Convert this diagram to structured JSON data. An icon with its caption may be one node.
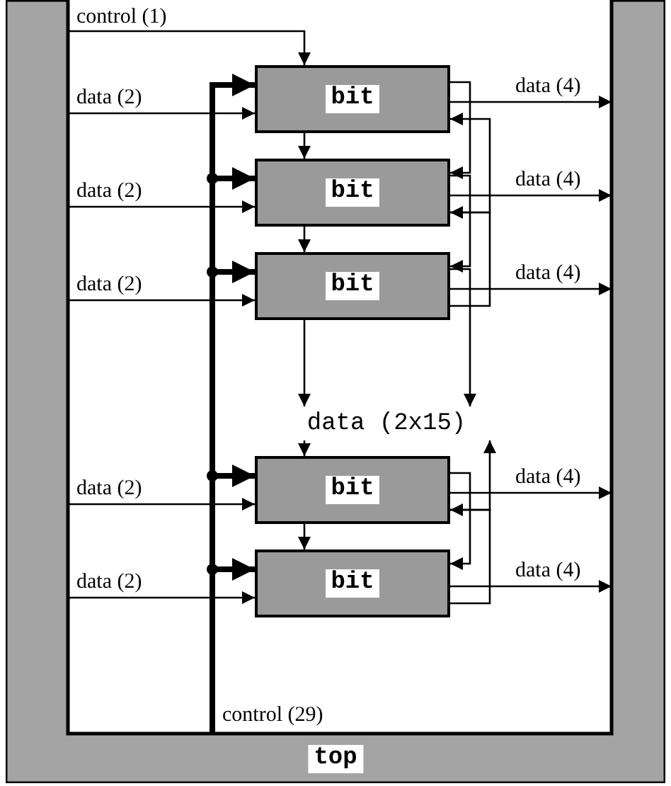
{
  "diagram": {
    "nodes": [
      {
        "text": [
          "top"
        ]
      },
      {
        "text": [
          "bit"
        ],
        "in": 0
      },
      {
        "text": [
          "bit"
        ],
        "in": 0
      },
      {
        "text": [
          "bit"
        ],
        "in": 0
      },
      {
        "text": [
          "data (2x15)"
        ],
        "in": 0
      },
      {
        "text": [
          "bit"
        ],
        "in": 0
      },
      {
        "text": [
          "bit"
        ],
        "in": 0
      }
    ],
    "edges": [
      {
        "from": 0,
        "to": 1,
        "arrow": "to",
        "label": "control (1)"
      },
      {
        "from": 0,
        "to": 1,
        "arrow": "to",
        "style": "thick"
      },
      {
        "from": 0,
        "to": 2,
        "arrow": "to",
        "style": "thick"
      },
      {
        "from": 0,
        "to": 3,
        "arrow": "to",
        "style": "thick"
      },
      {
        "from": 0,
        "to": 5,
        "arrow": "to",
        "style": "thick"
      },
      {
        "from": 0,
        "to": 6,
        "arrow": "to",
        "style": "thick",
        "label": "control (29)"
      },
      {
        "from": 0,
        "to": 1,
        "arrow": "to",
        "label": "data (2)"
      },
      {
        "from": 0,
        "to": 2,
        "arrow": "to",
        "label": "data (2)"
      },
      {
        "from": 0,
        "to": 3,
        "arrow": "to",
        "label": "data (2)"
      },
      {
        "from": 0,
        "to": 5,
        "arrow": "to",
        "label": "data (2)"
      },
      {
        "from": 0,
        "to": 6,
        "arrow": "to",
        "label": "data (2)"
      },
      {
        "from": 1,
        "to": 0,
        "arrow": "to",
        "label": "data (4)"
      },
      {
        "from": 2,
        "to": 0,
        "arrow": "to",
        "label": "data (4)"
      },
      {
        "from": 3,
        "to": 0,
        "arrow": "to",
        "label": "data (4)"
      },
      {
        "from": 5,
        "to": 0,
        "arrow": "to",
        "label": "data (4)"
      },
      {
        "from": 6,
        "to": 0,
        "arrow": "to",
        "label": "data (4)"
      },
      {
        "from": 1,
        "to": 2,
        "arrow": "to"
      },
      {
        "from": 2,
        "to": 3,
        "arrow": "to"
      },
      {
        "from": 3,
        "to": 4,
        "arrow": "to"
      },
      {
        "from": 4,
        "to": 5,
        "arrow": "to"
      },
      {
        "from": 5,
        "to": 6,
        "arrow": "to"
      },
      {
        "from": 1,
        "to": 2,
        "arrow": "to"
      },
      {
        "from": 2,
        "to": 1,
        "arrow": "to"
      },
      {
        "from": 2,
        "to": 3,
        "arrow": "to"
      },
      {
        "from": 3,
        "to": 2,
        "arrow": "to"
      },
      {
        "from": 3,
        "to": 4,
        "arrow": "to"
      },
      {
        "from": 5,
        "to": 4,
        "arrow": "to"
      },
      {
        "from": 5,
        "to": 6,
        "arrow": "to"
      },
      {
        "from": 6,
        "to": 5,
        "arrow": "to"
      }
    ]
  }
}
